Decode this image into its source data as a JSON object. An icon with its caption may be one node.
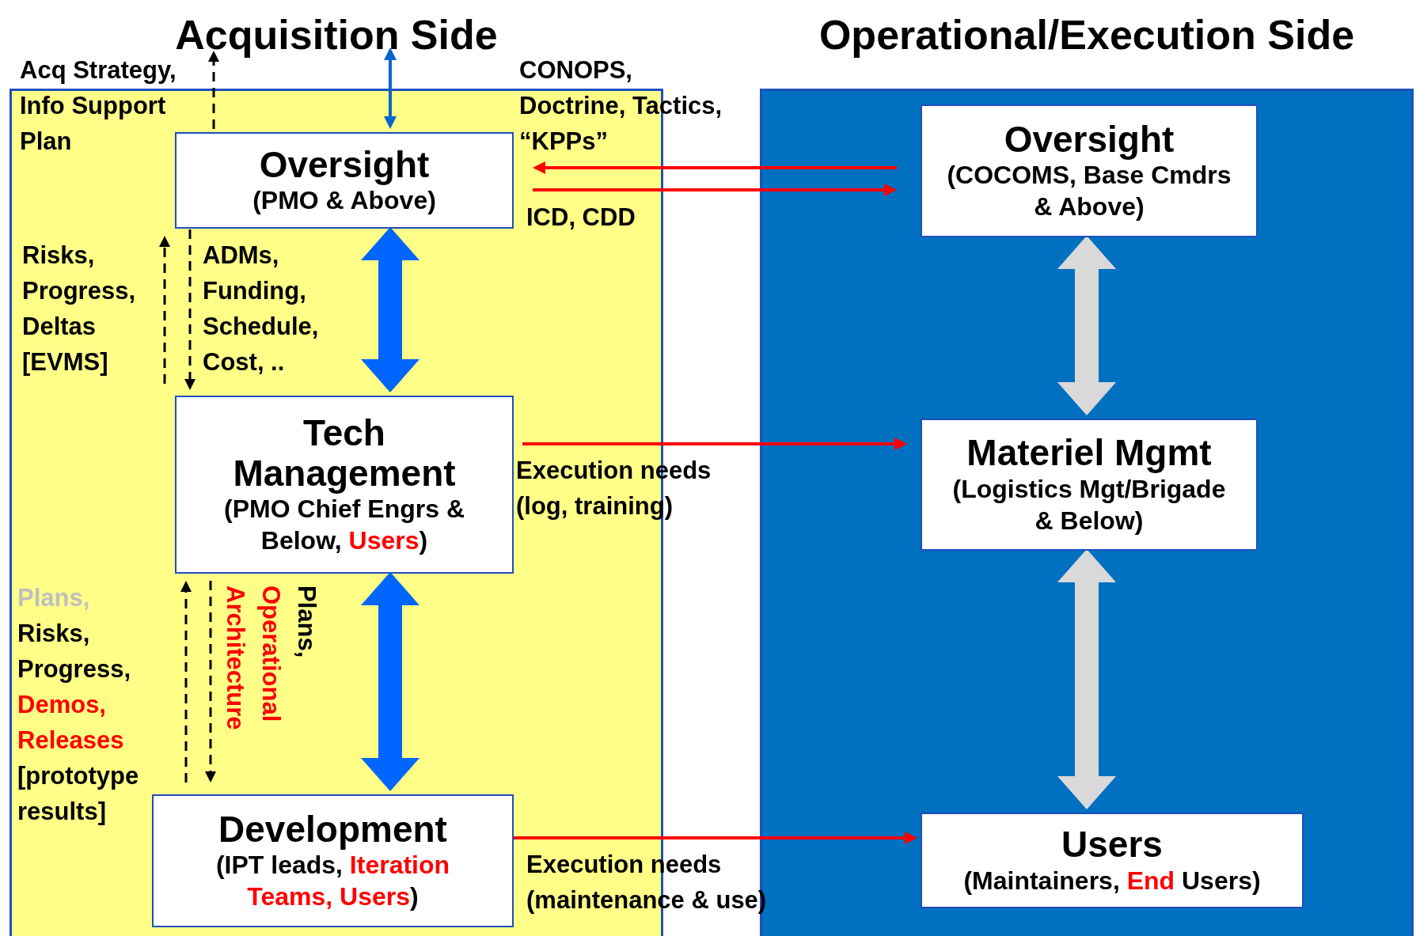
{
  "diagram": {
    "nodes": [
      {
        "text": [
          "Acquisition Side"
        ]
      },
      {
        "text": [
          "Operational/Execution Side"
        ]
      },
      {
        "text": [
          "Oversight",
          "(PMO & Above)"
        ],
        "in": 0
      },
      {
        "text": [
          "Tech Management",
          "(PMO Chief Engrs & Below,",
          "Users",
          ")"
        ],
        "in": 0
      },
      {
        "text": [
          "Development",
          "(IPT leads,",
          "Iteration Teams, Users",
          ")"
        ],
        "in": 0
      },
      {
        "text": [
          "Oversight",
          "(COCOMS, Base Cmdrs & Above)"
        ],
        "in": 1
      },
      {
        "text": [
          "Materiel Mgmt",
          "(Logistics Mgt/Brigade & Below)"
        ],
        "in": 1
      },
      {
        "text": [
          "Users",
          "(Maintainers,",
          "End",
          "Users)"
        ],
        "in": 1
      }
    ],
    "edges": [
      {
        "from": null,
        "to": 2,
        "arrow": "both",
        "color": "#0066cc"
      },
      {
        "from": 2,
        "to": null,
        "arrow": "to",
        "style": "dashed",
        "color": "#000000"
      },
      {
        "from": 2,
        "to": 3,
        "arrow": "both",
        "style": "thick",
        "color": "#0066ff"
      },
      {
        "from": 3,
        "to": 2,
        "arrow": "to",
        "style": "dashed",
        "color": "#000000"
      },
      {
        "from": 2,
        "to": 3,
        "arrow": "to",
        "style": "dashed",
        "color": "#000000"
      },
      {
        "from": 3,
        "to": 4,
        "arrow": "both",
        "style": "thick",
        "color": "#0066ff"
      },
      {
        "from": 4,
        "to": 3,
        "arrow": "to",
        "style": "dashed",
        "color": "#000000"
      },
      {
        "from": 3,
        "to": 4,
        "arrow": "to",
        "style": "dashed",
        "color": "#000000"
      },
      {
        "from": 5,
        "to": 2,
        "arrow": "to",
        "color": "#ff0000"
      },
      {
        "from": 2,
        "to": 5,
        "arrow": "to",
        "color": "#ff0000"
      },
      {
        "from": 3,
        "to": 6,
        "arrow": "to",
        "color": "#ff0000"
      },
      {
        "from": 4,
        "to": 7,
        "arrow": "to",
        "color": "#ff0000"
      },
      {
        "from": 5,
        "to": 6,
        "arrow": "both",
        "style": "thick",
        "color": "#d9d9d9"
      },
      {
        "from": 6,
        "to": 7,
        "arrow": "both",
        "style": "thick",
        "color": "#d9d9d9"
      }
    ],
    "labels": [
      "Acq Strategy, Info Support Plan",
      "CONOPS, Doctrine, Tactics, “KPPs”",
      "ICD, CDD",
      "Risks, Progress, Deltas [EVMS]",
      "ADMs, Funding, Schedule, Cost, ..",
      "Execution needs (log, training)",
      "Plans,",
      "Risks, Progress,",
      "Demos, Releases",
      "[prototype results]",
      "Plans,",
      "Operational Architecture",
      "Execution needs (maintenance & use)"
    ]
  }
}
